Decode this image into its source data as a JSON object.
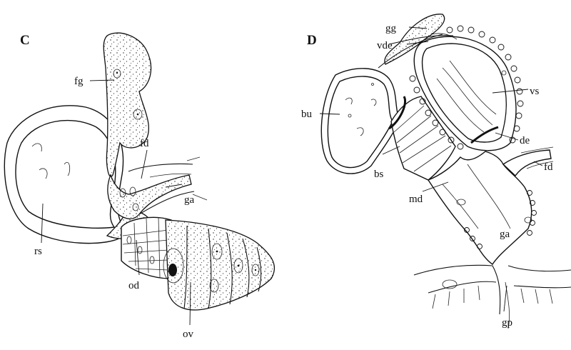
{
  "panels": [
    {
      "id": "C",
      "letter": "C",
      "labels": {
        "fg": "fg",
        "fd": "fd",
        "ga": "ga",
        "rs": "rs",
        "od": "od",
        "ov": "ov"
      }
    },
    {
      "id": "D",
      "letter": "D",
      "labels": {
        "gg": "gg",
        "vde": "vde",
        "vs": "vs",
        "bu": "bu",
        "de": "de",
        "fd": "fd",
        "bs": "bs",
        "md": "md",
        "ga": "ga",
        "gp": "gp"
      }
    }
  ],
  "colors": {
    "ink": "#111111",
    "paper": "#ffffff"
  }
}
